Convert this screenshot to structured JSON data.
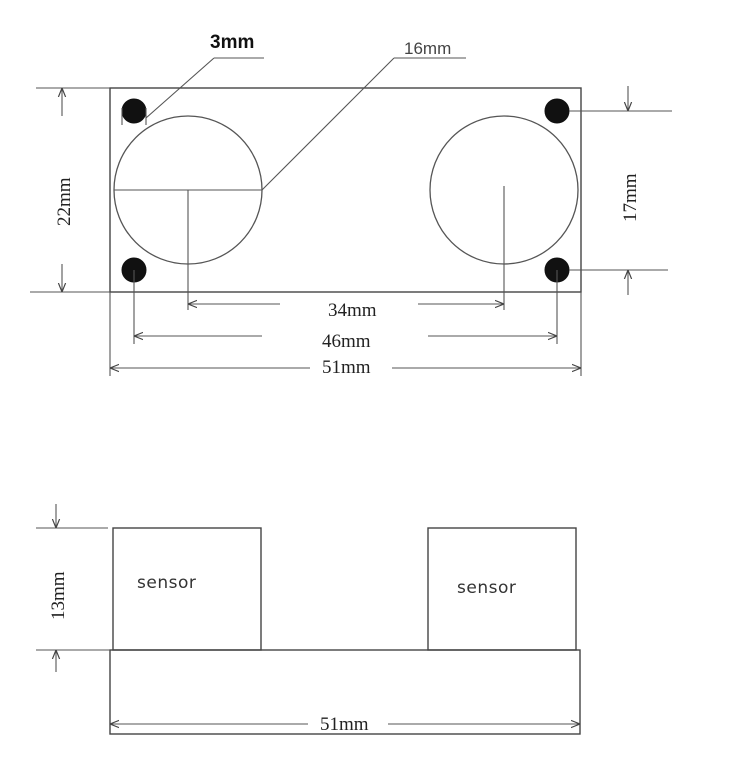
{
  "top_view": {
    "hole_diameter_label": "3mm",
    "sensor_diameter_label": "16mm",
    "height_label": "22mm",
    "hole_spacing_vertical_label": "17mm",
    "sensor_spacing_label": "34mm",
    "hole_spacing_horizontal_label": "46mm",
    "width_label": "51mm"
  },
  "side_view": {
    "sensor_left_label": "sensor",
    "sensor_right_label": "sensor",
    "sensor_height_label": "13mm",
    "width_label": "51mm"
  }
}
